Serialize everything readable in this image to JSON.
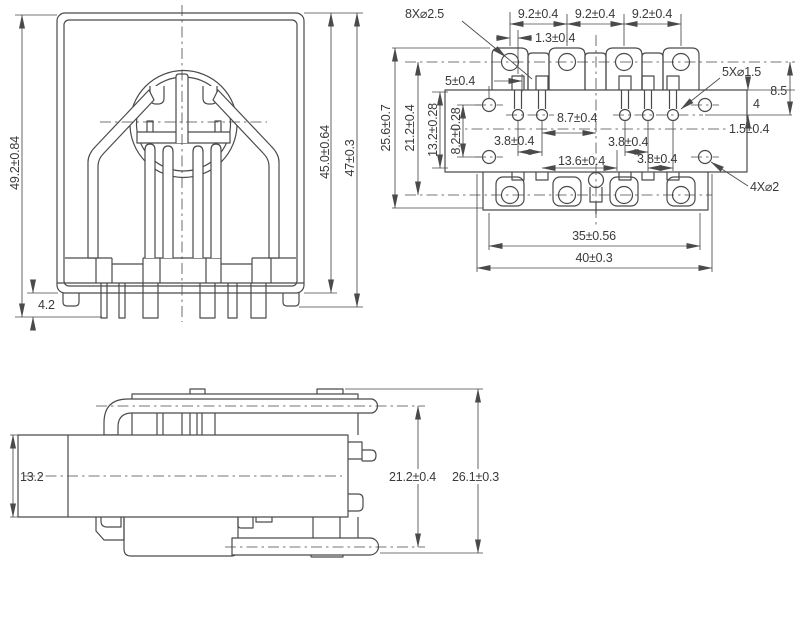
{
  "colors": {
    "line": "#4a4a4a",
    "text": "#3a3a3a",
    "background": "#ffffff"
  },
  "front": {
    "h_total": "49.2±0.84",
    "h_case": "45.0±0.64",
    "h_47": "47±0.3",
    "pin_len": "4.2"
  },
  "top": {
    "holes8": "8X⌀2.5",
    "p1": "9.2±0.4",
    "p2": "9.2±0.4",
    "p3": "9.2±0.4",
    "d13": "1.3±0.4",
    "d5": "5±0.4",
    "v256": "25.6±0.7",
    "v212": "21.2±0.4",
    "v132": "13.2±0.28",
    "v82": "8.2±0.28",
    "d87": "8.7±0.4",
    "d38a": "3.8±0.4",
    "d38b": "3.8±0.4",
    "d38c": "3.8±0.4",
    "d136": "13.6±0.4",
    "holes5": "5X⌀1.5",
    "d85": "8.5",
    "d4": "4",
    "d15": "1.5±0.4",
    "holes4": "4X⌀2",
    "w35": "35±0.56",
    "w40": "40±0.3"
  },
  "side": {
    "h132": "13.2",
    "h212": "21.2±0.4",
    "h261": "26.1±0.3"
  }
}
